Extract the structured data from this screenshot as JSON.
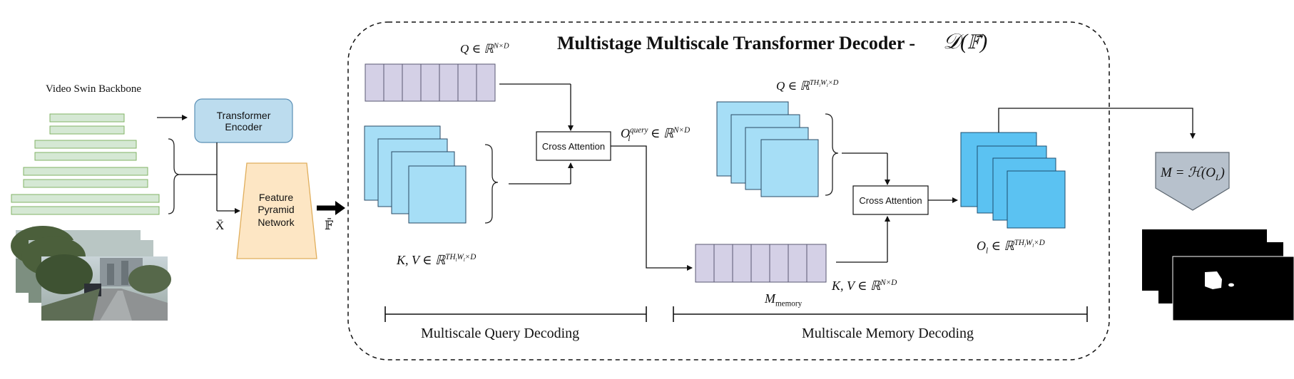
{
  "title": {
    "text": "Multistage Multiscale Transformer Decoder -",
    "formula": "𝒟(𝔽̄)"
  },
  "backbone": {
    "label": "Video Swin Backbone"
  },
  "encoder": {
    "label_line1": "Transformer",
    "label_line2": "Encoder"
  },
  "fpn": {
    "line1": "Feature",
    "line2": "Pyramid",
    "line3": "Network"
  },
  "symbols": {
    "x_bar": "X̄",
    "f_bar": "𝔽̄"
  },
  "query_decoding": {
    "q_label": {
      "base": "Q ∈ ℝ",
      "sup": "N×D"
    },
    "kv_label": {
      "base": "K, V ∈ ℝ",
      "sup": "TH",
      "sup_sub": "l",
      "sup2": "W",
      "sup_sub2": "l",
      "sup3": "×D"
    },
    "cross_attention": "Cross Attention",
    "output_label": {
      "base": "O",
      "sup": "query",
      "sub": "l",
      "tail": "∈ ℝ",
      "tail_sup": "N×D"
    },
    "section_label": "Multiscale Query Decoding"
  },
  "memory_decoding": {
    "q_label": {
      "base": "Q ∈ ℝ",
      "sup": "TH",
      "sup_sub": "l",
      "sup2": "W",
      "sup_sub2": "l",
      "sup3": "×D"
    },
    "cross_attention": "Cross Attention",
    "memory_label": {
      "base": "M",
      "sub": "memory"
    },
    "kv_label": {
      "base": "K, V ∈ ℝ",
      "sup": "N×D"
    },
    "output_label": {
      "base": "O",
      "sub": "l",
      "tail": "∈ ℝ",
      "sup": "TH",
      "sup_sub": "l",
      "sup2": "W",
      "sup_sub2": "l",
      "sup3": "×D"
    },
    "section_label": "Multiscale Memory Decoding"
  },
  "head": {
    "formula": "M = ℋ(O",
    "sub": "L",
    "close": ")"
  },
  "colors": {
    "backbone_bar": "#d5e8d4",
    "backbone_border": "#82b366",
    "encoder_fill": "#bcdcee",
    "encoder_border": "#5a8fb5",
    "fpn_fill": "#fde6c4",
    "fpn_border": "#e0ae5c",
    "token_fill": "#d4d0e6",
    "token_border": "#5a5873",
    "kv_fill": "#a6def6",
    "kv_border": "#2a4a64",
    "out_fill": "#5bc2f2",
    "head_fill": "#b7c1cc",
    "head_border": "#5c6670"
  }
}
